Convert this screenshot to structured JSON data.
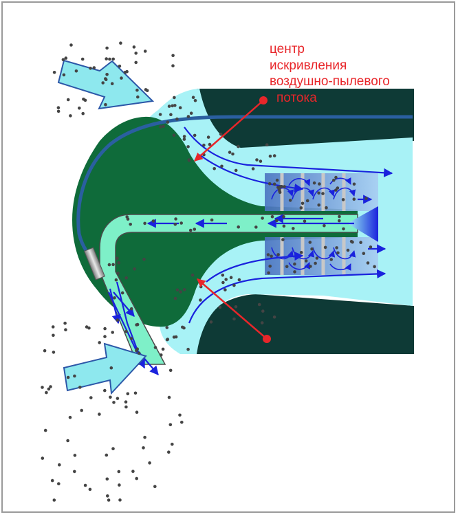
{
  "annotation": {
    "lines": [
      "центр",
      "искривления",
      "воздушно-пылевого",
      "потока"
    ]
  },
  "colors": {
    "background": "#ffffff",
    "frame": "#9a9a9a",
    "dark_teal_body": "#0e3a36",
    "nozzle_green": "#0f6b3a",
    "channel_light": "#a8f2f6",
    "channel_mint": "#7ef0c8",
    "particle": "#444444",
    "flow_line": "#2a5fa0",
    "flow_arrow": "#1a22dd",
    "annotation_red": "#e8262a",
    "inlet_arrow_fill": "#8ee8ee",
    "inlet_arrow_stroke": "#2c57a8"
  },
  "icons": [
    "inlet-arrow",
    "center-marker",
    "pitot-probe"
  ]
}
